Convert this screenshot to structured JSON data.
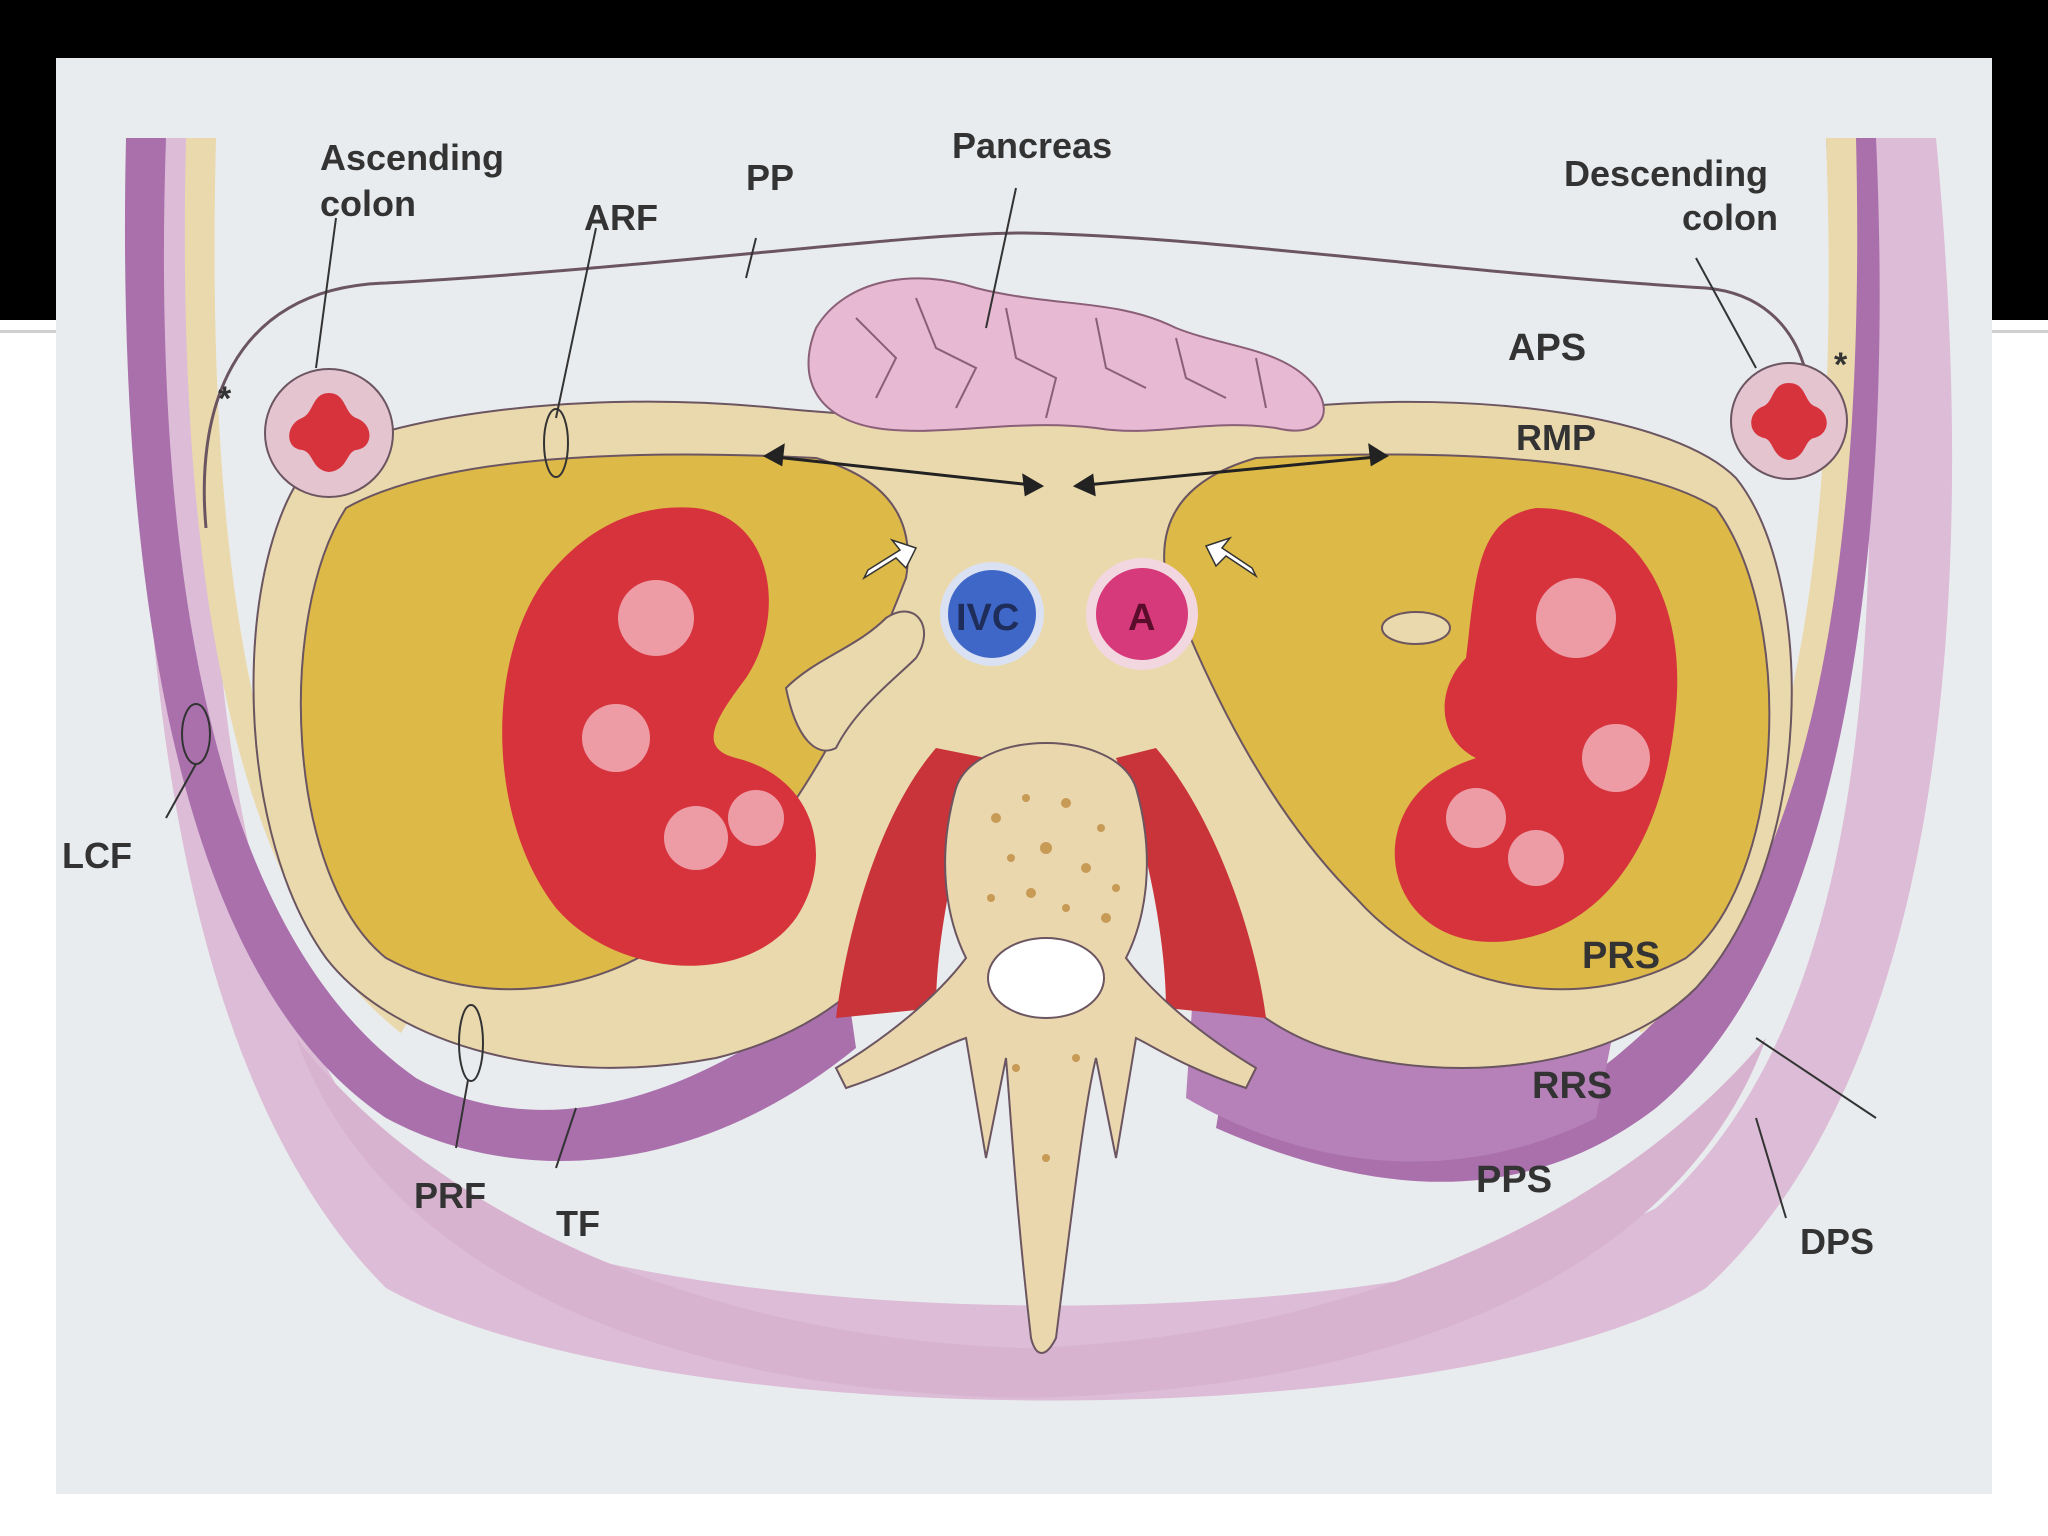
{
  "labels": {
    "ascending_colon_l1": "Ascending",
    "ascending_colon_l2": "colon",
    "pp": "PP",
    "arf": "ARF",
    "pancreas": "Pancreas",
    "descending_colon_l1": "Descending",
    "descending_colon_l2": "colon",
    "aps": "APS",
    "rmp": "RMP",
    "ivc": "IVC",
    "aorta": "A",
    "lcf": "LCF",
    "prs": "PRS",
    "rrs": "RRS",
    "pps": "PPS",
    "prf": "PRF",
    "tf": "TF",
    "dps": "DPS",
    "star_left": "*",
    "star_right": "*"
  },
  "colors": {
    "background": "#ffffff",
    "slide_bar": "#000000",
    "figure_background": "#e9ecee",
    "muscle_purple": "#a970ac",
    "body_wall_pink": "#dcbcd6",
    "fascia_cream": "#ead9ad",
    "perirenal_fat": "#ddb948",
    "kidney_red": "#d7333d",
    "kidney_medulla": "#f2b6c0",
    "pancreas_pink": "#e7b9d2",
    "ivc_blue": "#3f67c8",
    "aorta_magenta": "#d63a7a",
    "bone_cream": "#ead7ad",
    "psoas_red": "#c9333a"
  }
}
